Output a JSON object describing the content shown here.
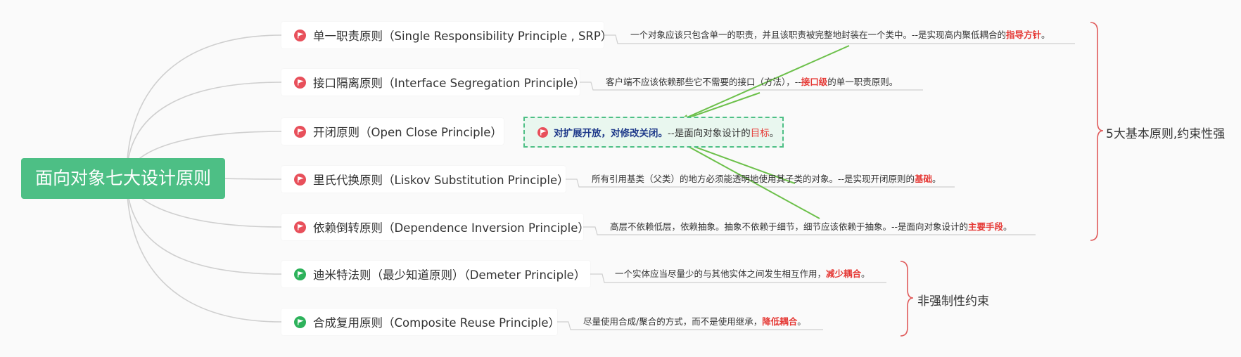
{
  "root": {
    "title": "面向对象七大设计原则"
  },
  "principles": [
    {
      "label": "单一职责原则（Single Responsibility Principle , SRP）",
      "flag": "red",
      "note_text": "一个对象应该只包含单一的职责，并且该职责被完整地封装在一个类中。--是实现高内聚低耦合的",
      "note_hl": "指导方针",
      "note_end": "。"
    },
    {
      "label": "接口隔离原则（Interface Segregation Principle）",
      "flag": "red",
      "note_text": "客户端不应该依赖那些它不需要的接口（方法），--",
      "note_hl": "接口级",
      "note_end": "的单一职责原则。"
    },
    {
      "label": "开闭原则（Open Close Principle）",
      "flag": "red"
    },
    {
      "label": "里氏代换原则（Liskov Substitution Principle）",
      "flag": "red",
      "note_text": "所有引用基类（父类）的地方必须能透明地使用其子类的对象。--是实现开闭原则的",
      "note_hl": "基础",
      "note_end": "。"
    },
    {
      "label": "依赖倒转原则（Dependence Inversion Principle）",
      "flag": "red",
      "note_text": "高层不依赖低层，依赖抽象。抽象不依赖于细节，细节应该依赖于抽象。--是面向对象设计的",
      "note_hl": "主要手段",
      "note_end": "。"
    },
    {
      "label": "迪米特法则（最少知道原则）（Demeter Principle）",
      "flag": "green",
      "note_text": "一个实体应当尽量少的与其他实体之间发生相互作用，",
      "note_hl": "减少耦合",
      "note_end": "。"
    },
    {
      "label": "合成复用原则（Composite Reuse Principle）",
      "flag": "green",
      "note_text": "尽量使用合成/聚合的方式，而不是使用继承，",
      "note_hl": "降低耦合",
      "note_end": "。"
    }
  ],
  "open_close_note": {
    "bold": "对扩展开放，对修改关闭。",
    "text": "--是面向对象设计的",
    "hl": "目标",
    "end": "。"
  },
  "groups": {
    "strong": "5大基本原则,约束性强",
    "weak": "非强制性约束"
  },
  "colors": {
    "root": "#4dbf85",
    "flag_red": "#e8505b",
    "flag_green": "#2db25b",
    "highlight": "#e53935",
    "brace": "#e05a5a",
    "arrow": "#6cc04a"
  }
}
